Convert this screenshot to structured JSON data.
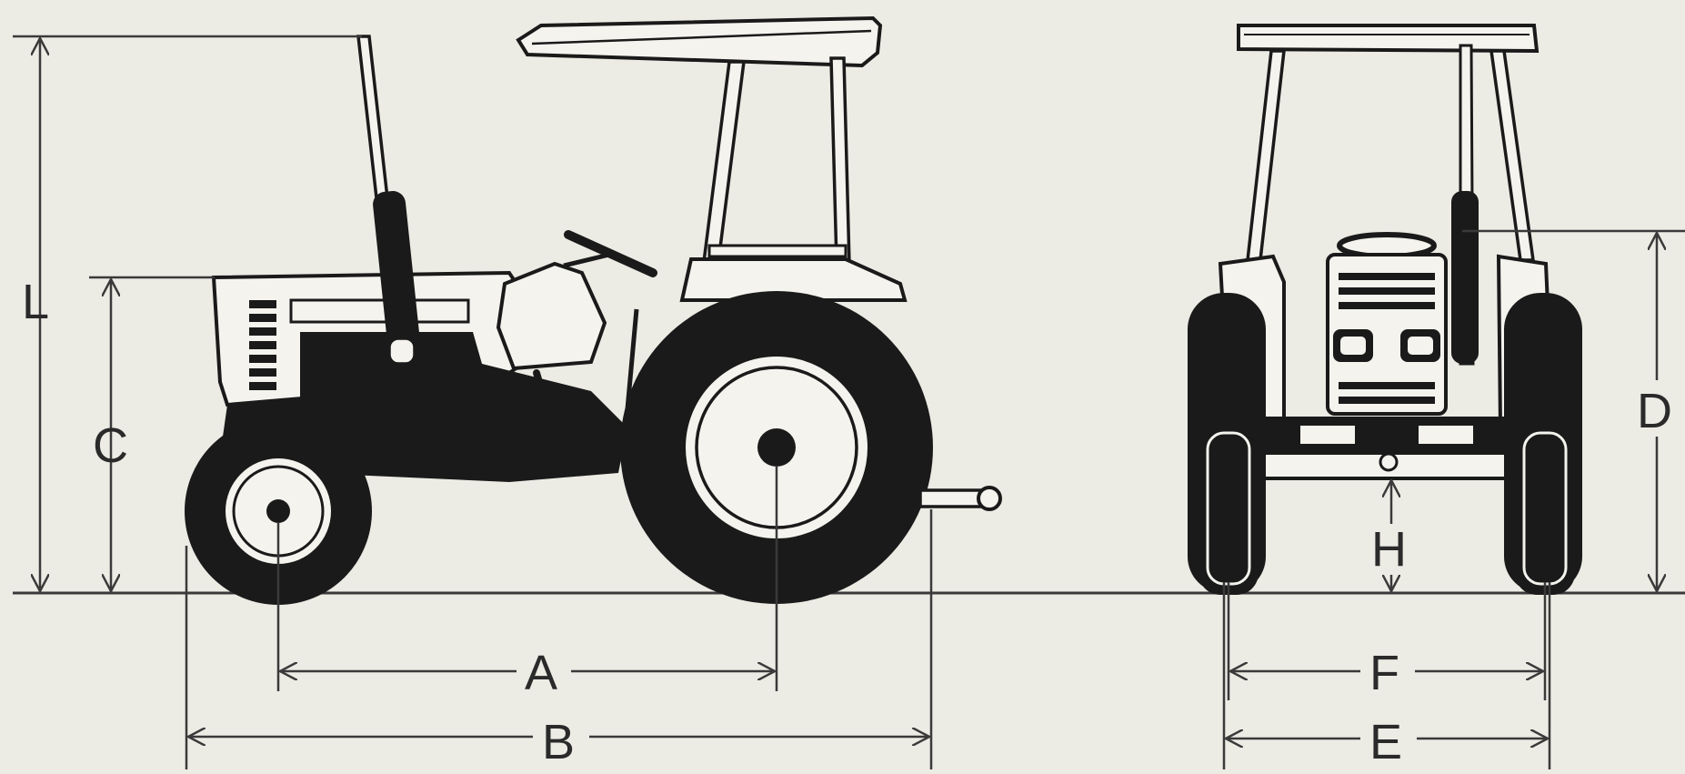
{
  "colors": {
    "background": "#ecebe4",
    "ink": "#1a1a1a",
    "paint": "#f4f3ee",
    "line": "#3a3a3a"
  },
  "labels": {
    "L": "L",
    "C": "C",
    "A": "A",
    "B": "B",
    "D": "D",
    "H": "H",
    "F": "F",
    "E": "E"
  }
}
